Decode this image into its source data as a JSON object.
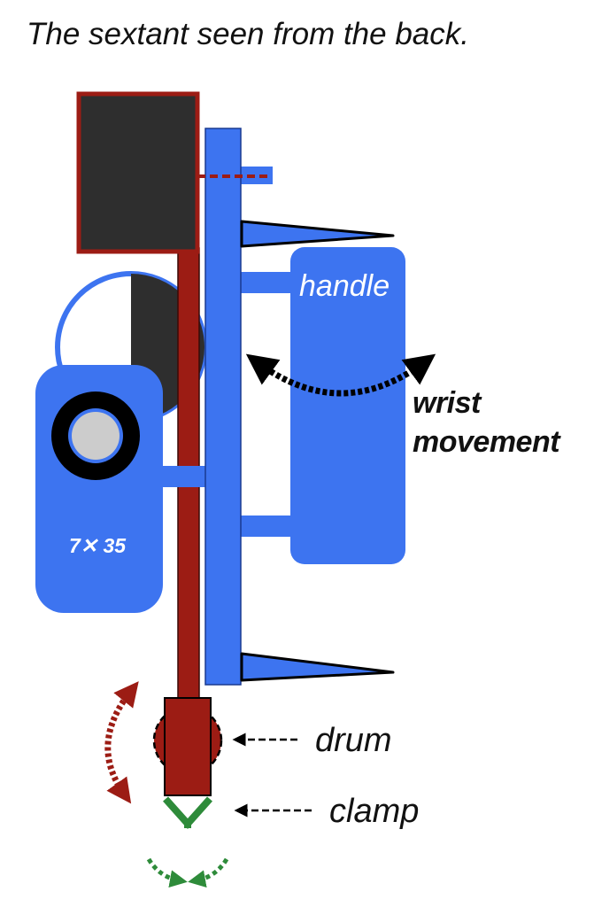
{
  "title": "The sextant seen from the back.",
  "labels": {
    "handle": "handle",
    "wrist_line1": "wrist",
    "wrist_line2": "movement",
    "telescope": "7✕ 35",
    "drum": "drum",
    "clamp": "clamp"
  },
  "colors": {
    "frame_blue": "#3d74f0",
    "index_arm_red": "#9c1c14",
    "mirror_dark": "#2e2e2e",
    "clamp_green": "#2e8b3a",
    "black": "#000000",
    "lens_grey": "#cccccc"
  }
}
